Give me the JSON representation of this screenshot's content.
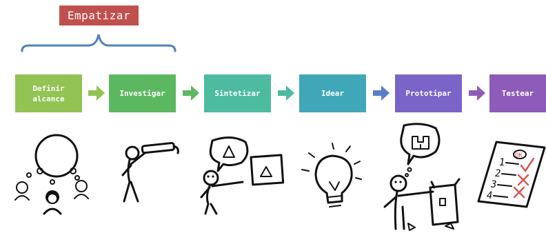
{
  "phase_label": "Empatizar",
  "colors": {
    "phase": "#c0504d",
    "brace": "#4f81bd",
    "step1": "#92c353",
    "step2": "#5cb860",
    "step3": "#4cbba0",
    "step4": "#3fa7b7",
    "step5": "#7a64c8",
    "step6": "#8d5cb8"
  },
  "steps": [
    {
      "label": "Definir\nalcance",
      "color": "#92c353"
    },
    {
      "label": "Investigar",
      "color": "#5cb860"
    },
    {
      "label": "Sintetizar",
      "color": "#4cbba0"
    },
    {
      "label": "Idear",
      "color": "#3fa7b7"
    },
    {
      "label": "Prototipar",
      "color": "#7a64c8"
    },
    {
      "label": "Testear",
      "color": "#8d5cb8"
    }
  ],
  "arrows": [
    {
      "color": "#92c353"
    },
    {
      "color": "#5cb860"
    },
    {
      "color": "#4cbba0"
    },
    {
      "color": "#5a7dc8"
    },
    {
      "color": "#8d5cb8"
    }
  ],
  "sketches": {
    "testear_note": "OK",
    "testear_list": [
      "1",
      "2",
      "3",
      "4"
    ]
  }
}
